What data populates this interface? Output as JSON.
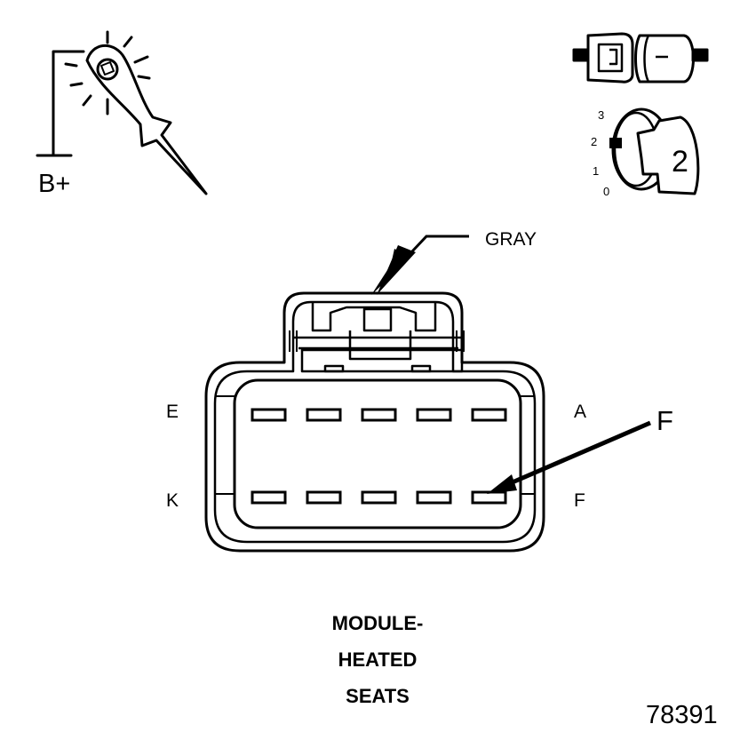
{
  "probe": {
    "supply_label": "B+"
  },
  "ignition": {
    "positions": [
      "3",
      "2",
      "1",
      "0"
    ],
    "key_position": "2"
  },
  "connector": {
    "color_label": "GRAY",
    "pin_labels": {
      "top_left": "E",
      "top_right": "A",
      "bottom_left": "K",
      "bottom_right": "F"
    },
    "callout": "F"
  },
  "caption": {
    "line1": "MODULE-",
    "line2": "HEATED",
    "line3": "SEATS"
  },
  "figure_number": "78391"
}
